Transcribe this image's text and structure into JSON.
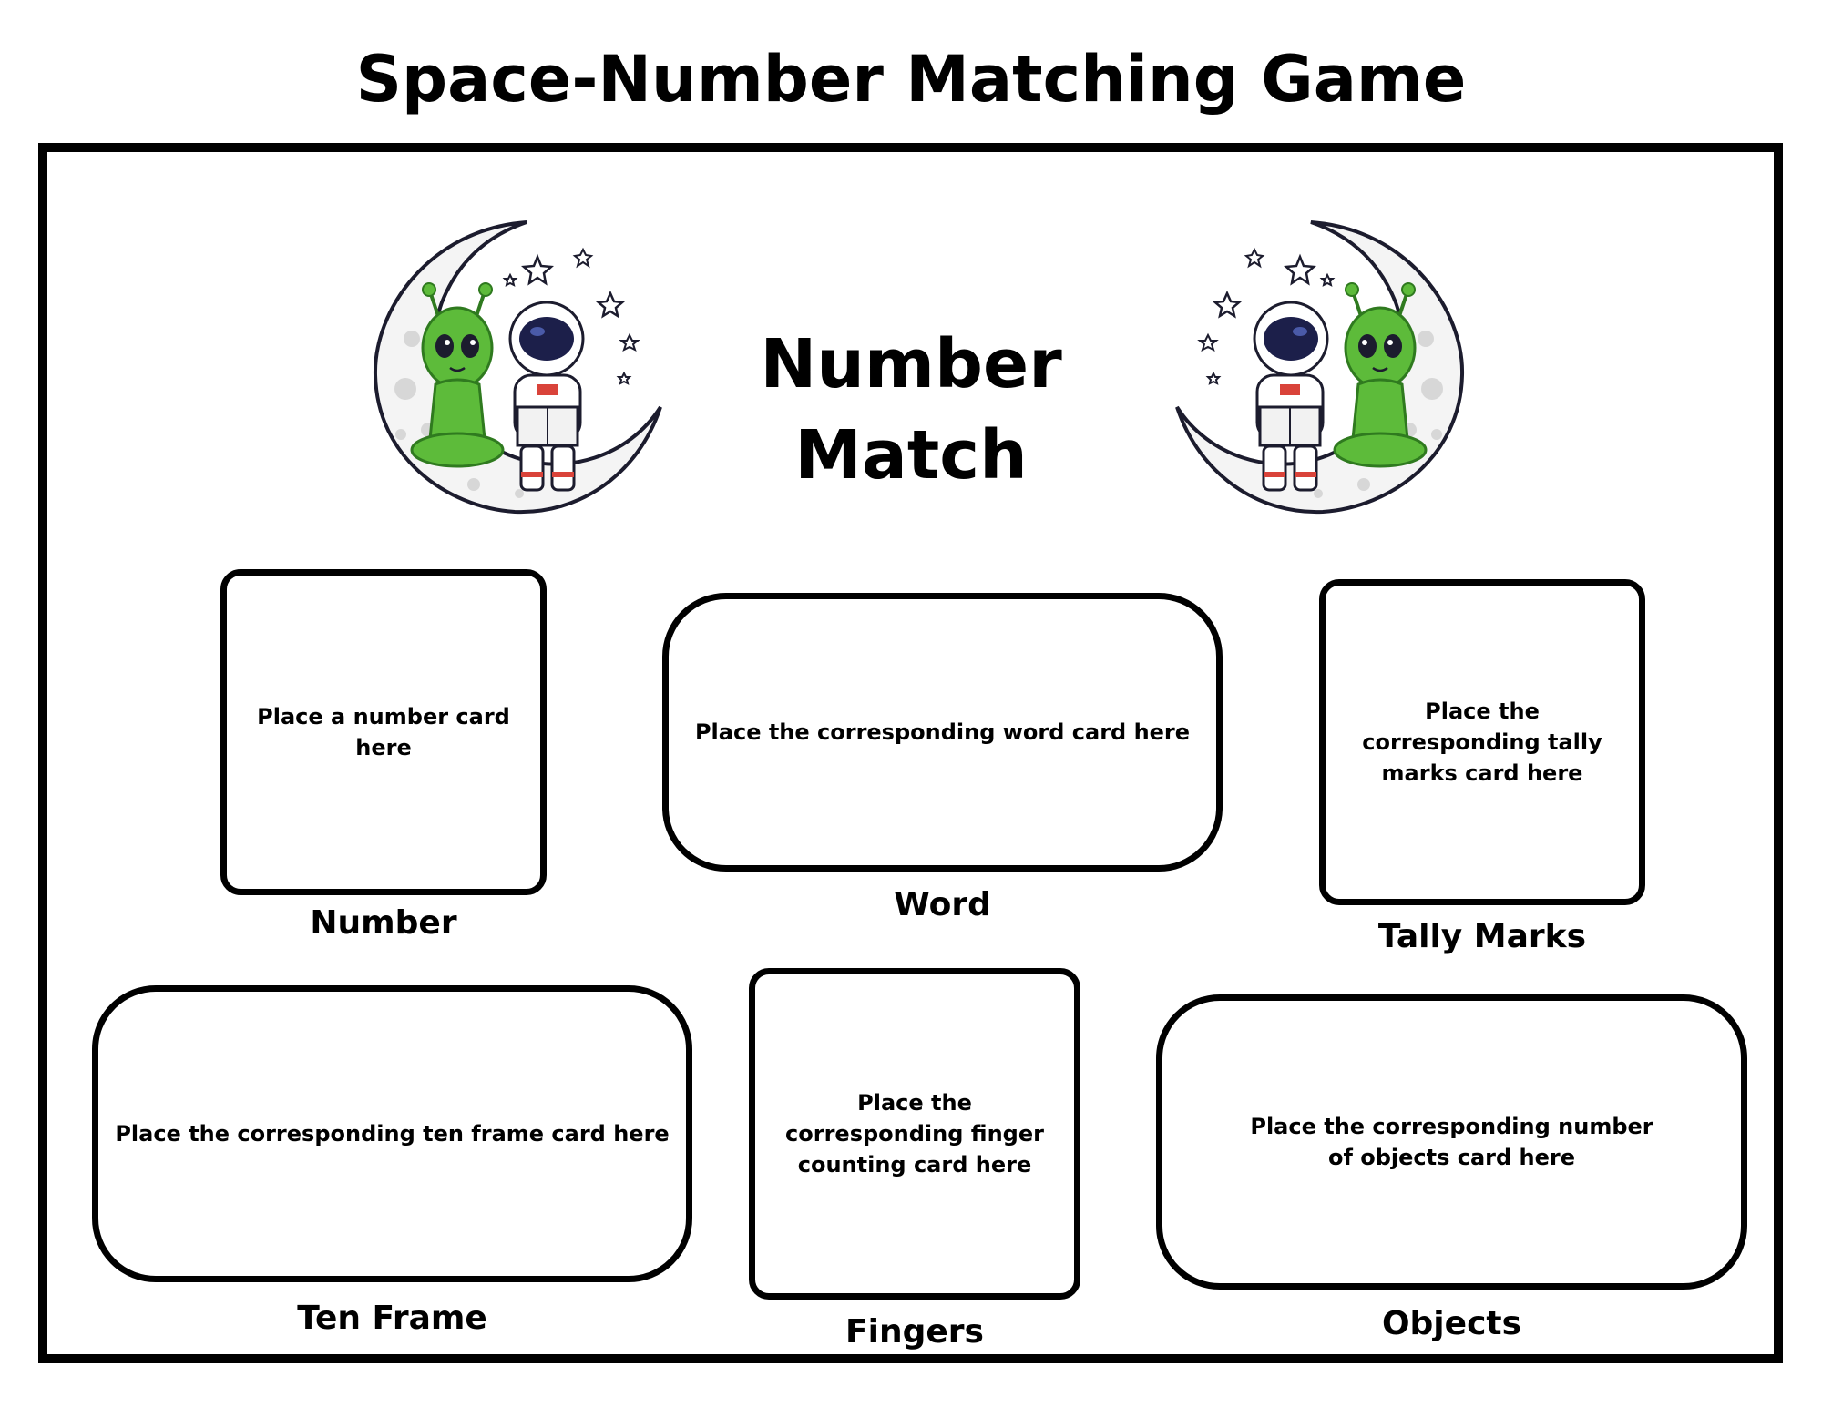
{
  "page_title": "Space-Number Matching Game",
  "board": {
    "title": "Number Match",
    "art": {
      "left": "alien-and-astronaut-on-moon",
      "right": "astronaut-and-alien-on-moon"
    }
  },
  "slots": [
    {
      "id": "number",
      "hint": "Place a number card here",
      "label": "Number"
    },
    {
      "id": "word",
      "hint": "Place the corresponding word card here",
      "label": "Word"
    },
    {
      "id": "tally",
      "hint": "Place the corresponding tally marks card here",
      "label": "Tally Marks"
    },
    {
      "id": "tenframe",
      "hint": "Place the corresponding ten frame card here",
      "label": "Ten Frame"
    },
    {
      "id": "fingers",
      "hint": "Place the corresponding finger counting card here",
      "label": "Fingers"
    },
    {
      "id": "objects",
      "hint": "Place the corresponding number of objects card here",
      "label": "Objects"
    }
  ],
  "colors": {
    "border": "#000000",
    "alien_green": "#5dbb3a",
    "helmet_navy": "#1c1f4a",
    "moon_grey": "#e6e6e6",
    "suit_accent": "#d9433a"
  }
}
